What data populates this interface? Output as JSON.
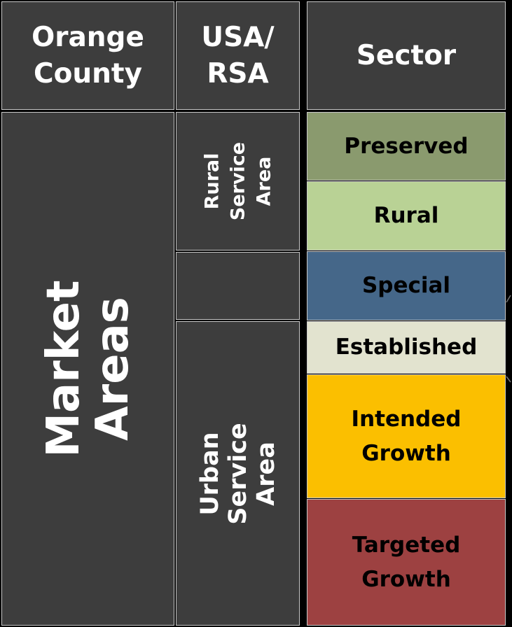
{
  "headers": {
    "county": "Orange\nCounty",
    "usa_rsa": "USA/\nRSA",
    "sector": "Sector"
  },
  "left_column": {
    "label": "Market Areas"
  },
  "middle_column": {
    "rural": "Rural\nService\nArea",
    "middle_empty": "",
    "urban": "Urban Service Area"
  },
  "sectors": [
    {
      "label": "Preserved",
      "color": "#8a9a6e"
    },
    {
      "label": "Rural",
      "color": "#b9d295"
    },
    {
      "label": "Special",
      "color": "#456789"
    },
    {
      "label": "Established",
      "color": "#e2e3cf"
    },
    {
      "label": "Intended\nGrowth",
      "color": "#fbbf00"
    },
    {
      "label": "Targeted\nGrowth",
      "color": "#9d4141"
    }
  ]
}
